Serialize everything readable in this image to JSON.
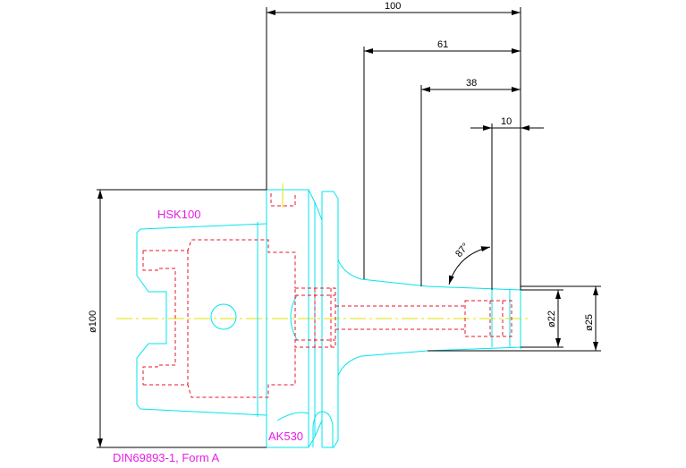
{
  "drawing": {
    "labels": {
      "holder": "HSK100",
      "key": "AK530",
      "standard": "DIN69893-1, Form A"
    },
    "dimensions": {
      "overall_length": "100",
      "length_61": "61",
      "length_38": "38",
      "length_10": "10",
      "angle": "87°",
      "dia_100": "ø100",
      "dia_22": "ø22",
      "dia_25": "ø25"
    },
    "colors": {
      "outline": "#00e5ee",
      "hidden": "#e8152b",
      "centerline": "#e6e600",
      "dimension": "#000000",
      "annotation": "#e61fe6"
    }
  }
}
